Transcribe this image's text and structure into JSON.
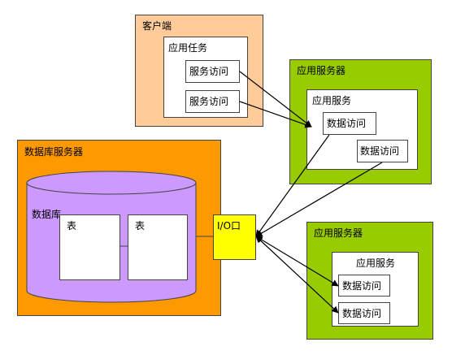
{
  "client": {
    "title": "客户端",
    "task_title": "应用任务",
    "access_1": "服务访问",
    "access_2": "服务访问"
  },
  "app_server_1": {
    "title": "应用服务器",
    "service_title": "应用服务",
    "access_1": "数据访问",
    "access_2": "数据访问"
  },
  "app_server_2": {
    "title": "应用服务器",
    "service_title": "应用服务",
    "access_1": "数据访问",
    "access_2": "数据访问"
  },
  "db_server": {
    "title": "数据库服务器",
    "database_label": "数据库",
    "table_1": "表",
    "table_2": "表",
    "io_port": "I/O口"
  },
  "colors": {
    "client_fill": "#ffcc99",
    "app_server_fill": "#99cc00",
    "db_server_fill": "#ff9900",
    "database_fill": "#cc99ff",
    "io_fill": "#ffff00"
  }
}
